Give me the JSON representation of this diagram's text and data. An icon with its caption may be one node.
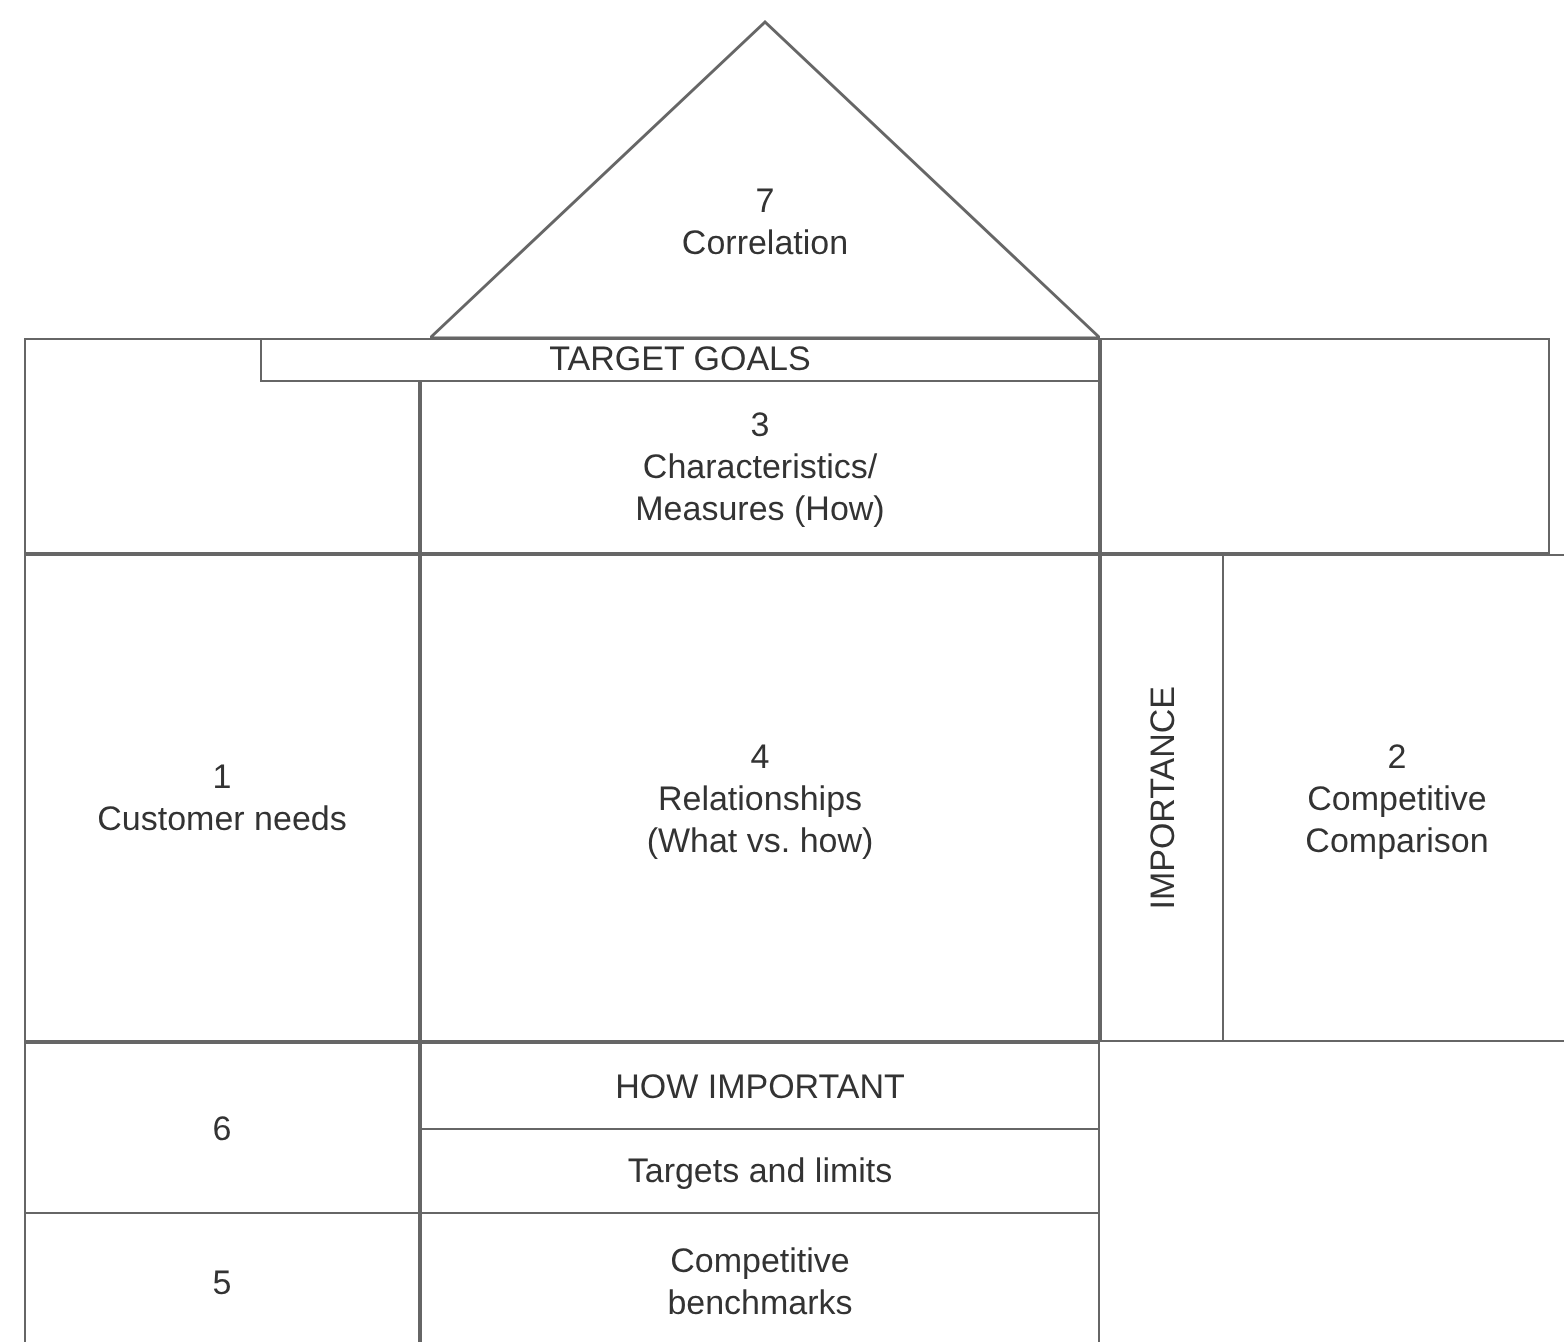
{
  "diagram": {
    "nodes": [
      {
        "text": [
          "7",
          "Correlation"
        ]
      },
      {
        "text": [
          "TARGET GOALS"
        ]
      },
      {
        "text": [],
        "shape": "box"
      },
      {
        "text": [
          "3",
          "Characteristics/ Measures (How)"
        ]
      },
      {
        "text": [],
        "shape": "box"
      },
      {
        "text": [
          "1",
          "Customer needs"
        ]
      },
      {
        "text": [
          "4",
          "Relationships (What vs. how)"
        ]
      },
      {
        "text": [
          "IMPORTANCE"
        ]
      },
      {
        "text": [
          "2",
          "Competitive Comparison"
        ]
      },
      {
        "text": [
          "6"
        ]
      },
      {
        "text": [
          "HOW IMPORTANT"
        ]
      },
      {
        "text": [
          "Targets and limits"
        ]
      },
      {
        "text": [
          "5"
        ]
      },
      {
        "text": [
          "Competitive benchmarks"
        ]
      }
    ],
    "edges": []
  }
}
